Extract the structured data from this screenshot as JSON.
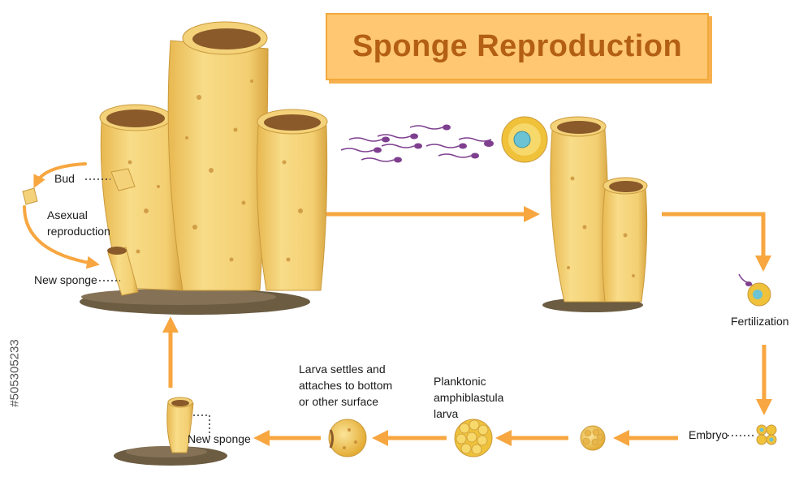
{
  "title": "Sponge Reproduction",
  "stock_id": "#505305233",
  "labels": {
    "bud": "Bud",
    "asexual_line1": "Asexual",
    "asexual_line2": "reproduction",
    "new_sponge_left": "New sponge",
    "fertilization": "Fertilization",
    "embryo": "Embryo",
    "planktonic_line1": "Planktonic",
    "planktonic_line2": "amphiblastula",
    "planktonic_line3": "larva",
    "settles_line1": "Larva settles and",
    "settles_line2": "attaches to bottom",
    "settles_line3": "or other surface",
    "new_sponge_bottom": "New sponge"
  },
  "colors": {
    "arrow": "#f7a640",
    "sponge_body": "#f4d27a",
    "sponge_shade": "#d9a945",
    "ground": "#6b5c42",
    "title_fill": "#ffc772",
    "title_text": "#b35f14",
    "sperm": "#7e3f8f",
    "egg_outer": "#f0c23a",
    "egg_inner": "#6cc3d3"
  }
}
